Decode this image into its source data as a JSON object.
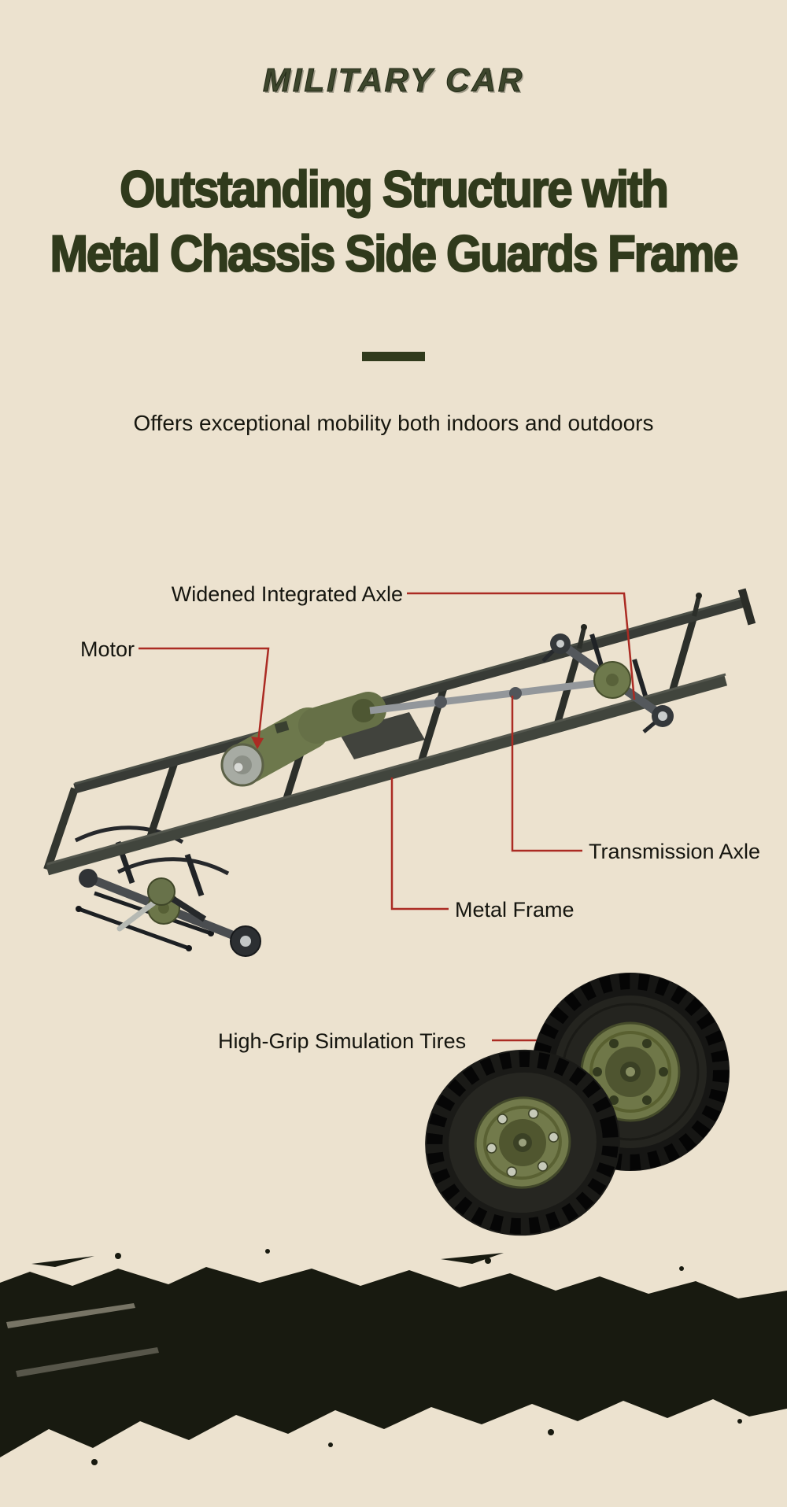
{
  "logo": {
    "text": "MILITARY CAR"
  },
  "headline": {
    "line1": "Outstanding Structure with",
    "line2": "Metal Chassis Side Guards Frame"
  },
  "subtitle": "Offers exceptional mobility both indoors and outdoors",
  "callouts": {
    "widened_axle": "Widened Integrated Axle",
    "motor": "Motor",
    "transmission_axle": "Transmission Axle",
    "metal_frame": "Metal Frame",
    "tires": "High-Grip Simulation Tires"
  },
  "colors": {
    "background": "#ece2cf",
    "heading_green": "#303a1c",
    "accent_red": "#ab2b23",
    "frame_gray": "#3a3e33",
    "olive_part": "#6e794c",
    "band_dark": "#181a10",
    "tire_black": "#161614",
    "rim_olive": "#6f7748"
  }
}
